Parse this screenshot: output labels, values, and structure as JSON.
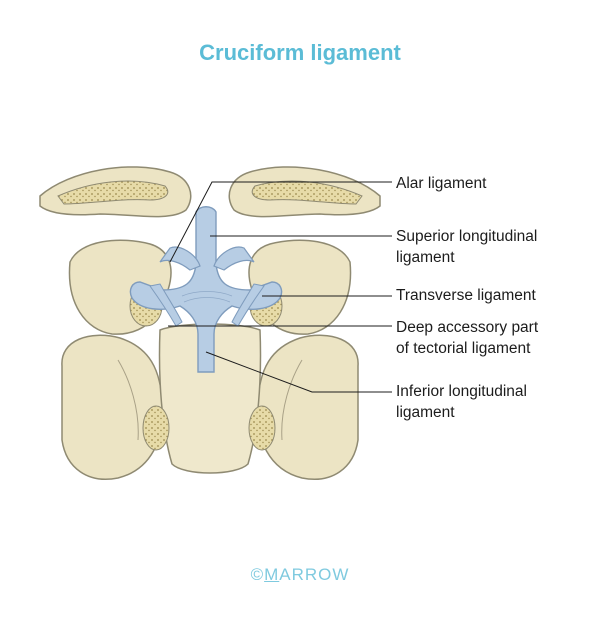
{
  "title": "Cruciform ligament",
  "labels": {
    "alar": [
      "Alar ligament"
    ],
    "superior": [
      "Superior longitudinal",
      "ligament"
    ],
    "transverse": [
      "Transverse ligament"
    ],
    "deep": [
      "Deep accessory part",
      "of tectorial ligament"
    ],
    "inferior": [
      "Inferior longitudinal",
      "ligament"
    ]
  },
  "brand": {
    "copyright": "©",
    "first_letter": "M",
    "rest": "ARROW"
  },
  "colors": {
    "title": "#5bbcd6",
    "bone": "#ece4c4",
    "bone_outline": "#8f8a72",
    "ligament": "#b7cde4",
    "ligament_outline": "#7f9cbd",
    "brand": "#7fcadf"
  }
}
